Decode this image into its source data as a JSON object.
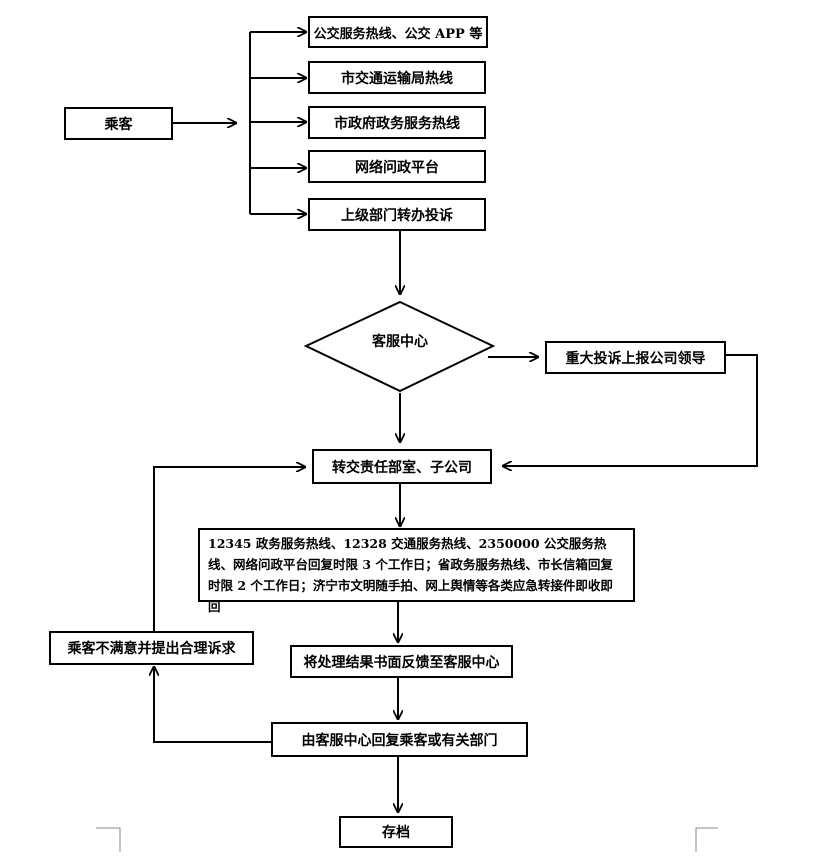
{
  "nodes": {
    "passenger": "乘客",
    "channel_bus": "公交服务热线、公交 APP 等",
    "channel_transport": "市交通运输局热线",
    "channel_gov": "市政府政务服务热线",
    "channel_online": "网络问政平台",
    "channel_superior": "上级部门转办投诉",
    "service_center": "客服中心",
    "major_report": "重大投诉上报公司领导",
    "transfer": "转交责任部室、子公司",
    "deadline_note": "12345 政务服务热线、12328 交通服务热线、2350000 公交服务热线、网络问政平台回复时限 3 个工作日；省政务服务热线、市长信箱回复时限 2 个工作日；济宁市文明随手拍、网上舆情等各类应急转接件即收即回",
    "feedback": "将处理结果书面反馈至客服中心",
    "reply": "由客服中心回复乘客或有关部门",
    "unsatisfied": "乘客不满意并提出合理诉求",
    "archive": "存档"
  }
}
